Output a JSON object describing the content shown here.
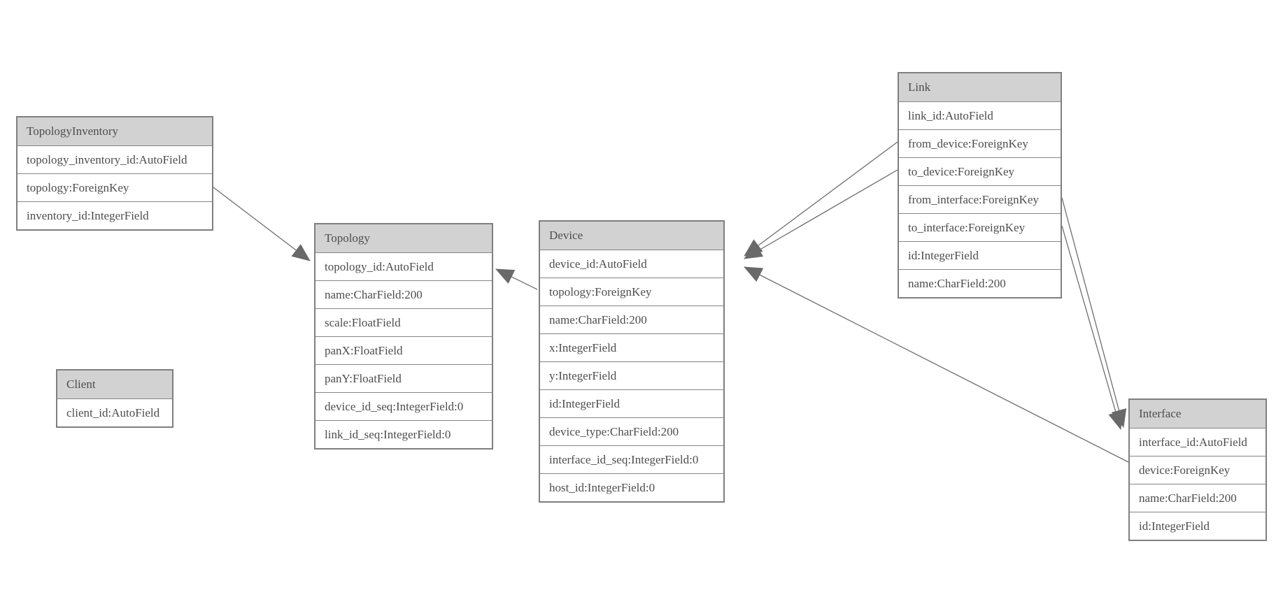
{
  "diagram": {
    "kind": "entity-relationship-model",
    "background_color": "#ffffff",
    "colors": {
      "header_bg": "#d2d2d2",
      "border": "#7f7f7f",
      "row_divider": "#858585",
      "text": "#4d4d4d",
      "edge_line": "#6e6e6e",
      "arrowhead": "#696969"
    },
    "entities": [
      {
        "name": "TopologyInventory",
        "fields": [
          "topology_inventory_id:AutoField",
          "topology:ForeignKey",
          "inventory_id:IntegerField"
        ]
      },
      {
        "name": "Topology",
        "fields": [
          "topology_id:AutoField",
          "name:CharField:200",
          "scale:FloatField",
          "panX:FloatField",
          "panY:FloatField",
          "device_id_seq:IntegerField:0",
          "link_id_seq:IntegerField:0"
        ]
      },
      {
        "name": "Client",
        "fields": [
          "client_id:AutoField"
        ]
      },
      {
        "name": "Device",
        "fields": [
          "device_id:AutoField",
          "topology:ForeignKey",
          "name:CharField:200",
          "x:IntegerField",
          "y:IntegerField",
          "id:IntegerField",
          "device_type:CharField:200",
          "interface_id_seq:IntegerField:0",
          "host_id:IntegerField:0"
        ]
      },
      {
        "name": "Link",
        "fields": [
          "link_id:AutoField",
          "from_device:ForeignKey",
          "to_device:ForeignKey",
          "from_interface:ForeignKey",
          "to_interface:ForeignKey",
          "id:IntegerField",
          "name:CharField:200"
        ]
      },
      {
        "name": "Interface",
        "fields": [
          "interface_id:AutoField",
          "device:ForeignKey",
          "name:CharField:200",
          "id:IntegerField"
        ]
      }
    ],
    "relationships": [
      {
        "from": "TopologyInventory.topology",
        "to": "Topology"
      },
      {
        "from": "Device.topology",
        "to": "Topology"
      },
      {
        "from": "Link.from_device",
        "to": "Device"
      },
      {
        "from": "Link.to_device",
        "to": "Device"
      },
      {
        "from": "Link.from_interface",
        "to": "Interface"
      },
      {
        "from": "Link.to_interface",
        "to": "Interface"
      },
      {
        "from": "Interface.device",
        "to": "Device"
      }
    ]
  }
}
